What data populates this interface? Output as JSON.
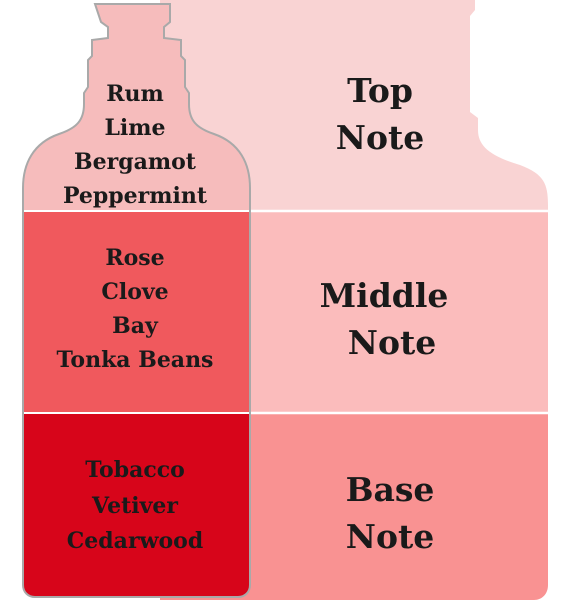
{
  "colors": {
    "big_top": "#f9d3d3",
    "big_middle": "#fbbcbc",
    "big_base": "#f99292",
    "small_top": "#f6bcbc",
    "small_middle": "#f0595d",
    "small_base": "#d7051a",
    "outline": "#a9a9a9",
    "text": "#1a1a1a"
  },
  "layers": [
    {
      "id": "top",
      "level": "Top",
      "word": "Note",
      "ingredients": [
        "Rum",
        "Lime",
        "Bergamot",
        "Peppermint"
      ]
    },
    {
      "id": "middle",
      "level": "Middle",
      "word": "Note",
      "ingredients": [
        "Rose",
        "Clove",
        "Bay",
        "Tonka Beans"
      ]
    },
    {
      "id": "base",
      "level": "Base",
      "word": "Note",
      "ingredients": [
        "Tobacco",
        "Vetiver",
        "Cedarwood"
      ]
    }
  ]
}
